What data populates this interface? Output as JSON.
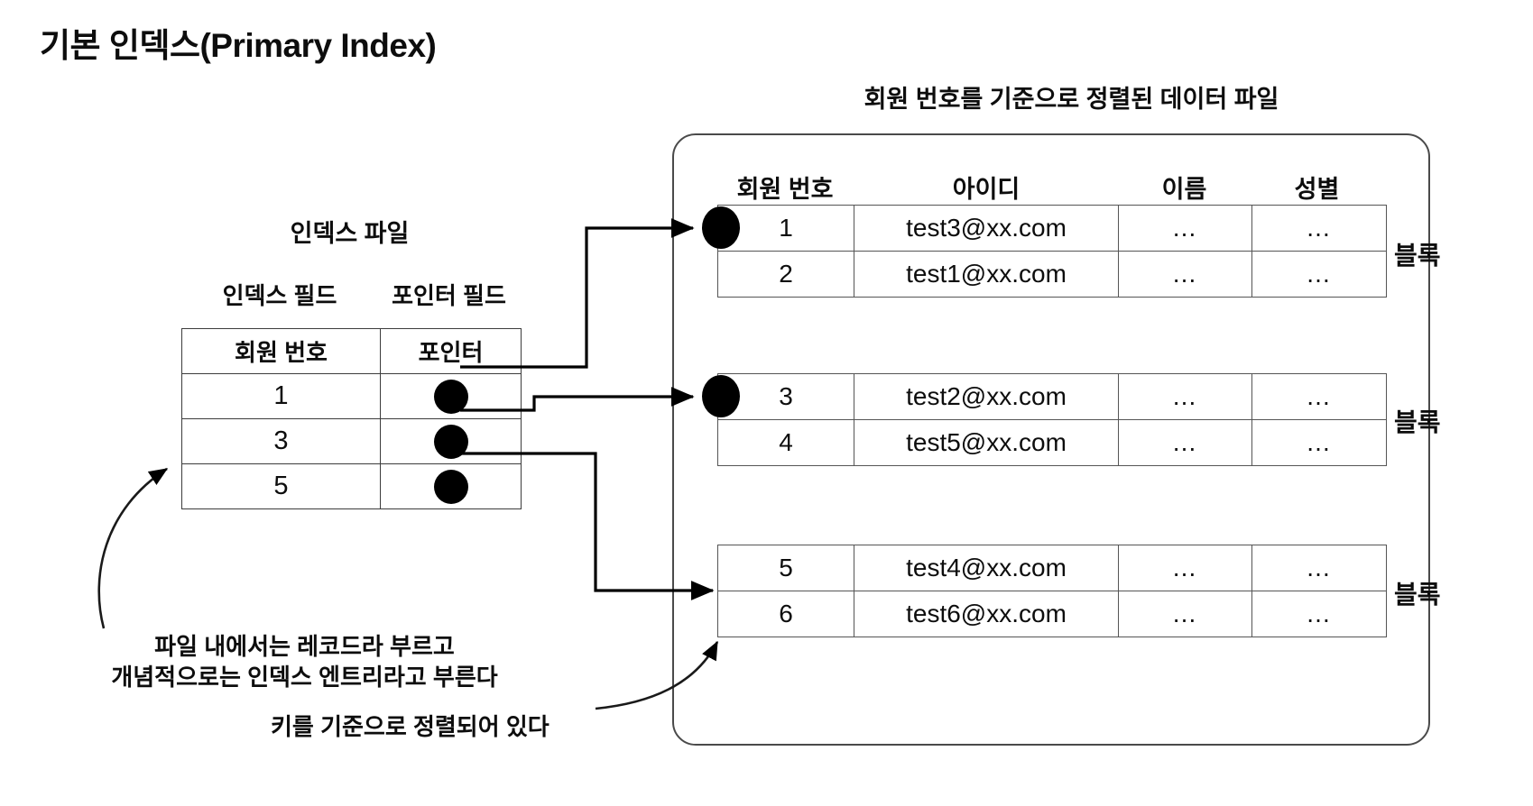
{
  "page": {
    "title": "기본 인덱스(Primary Index)"
  },
  "index_file": {
    "title": "인덱스 파일",
    "field_label": "인덱스 필드",
    "pointer_field_label": "포인터 필드",
    "headers": {
      "key": "회원 번호",
      "pointer": "포인터"
    },
    "rows": [
      {
        "key": "1",
        "pointer_icon": "pointer-dot"
      },
      {
        "key": "3",
        "pointer_icon": "pointer-dot"
      },
      {
        "key": "5",
        "pointer_icon": "pointer-dot"
      }
    ]
  },
  "data_file": {
    "title": "회원 번호를 기준으로 정렬된 데이터 파일",
    "headers": [
      "회원 번호",
      "아이디",
      "이름",
      "성별"
    ],
    "block_label": "블록",
    "blocks": [
      {
        "label": "블록",
        "rows": [
          {
            "num": "1",
            "id": "test3@xx.com",
            "name": "…",
            "sex": "…"
          },
          {
            "num": "2",
            "id": "test1@xx.com",
            "name": "…",
            "sex": "…"
          }
        ]
      },
      {
        "label": "블록",
        "rows": [
          {
            "num": "3",
            "id": "test2@xx.com",
            "name": "…",
            "sex": "…"
          },
          {
            "num": "4",
            "id": "test5@xx.com",
            "name": "…",
            "sex": "…"
          }
        ]
      },
      {
        "label": "블록",
        "rows": [
          {
            "num": "5",
            "id": "test4@xx.com",
            "name": "…",
            "sex": "…"
          },
          {
            "num": "6",
            "id": "test6@xx.com",
            "name": "…",
            "sex": "…"
          }
        ]
      }
    ]
  },
  "annotations": {
    "record_note_line1": "파일 내에서는 레코드라 부르고",
    "record_note_line2": "개념적으로는 인덱스 엔트리라고 부른다",
    "sorted_note": "키를 기준으로 정렬되어 있다"
  },
  "colors": {
    "ink": "#0d0d0d",
    "table_border": "#555555",
    "container_border": "#4a4a4a",
    "background": "#ffffff"
  }
}
